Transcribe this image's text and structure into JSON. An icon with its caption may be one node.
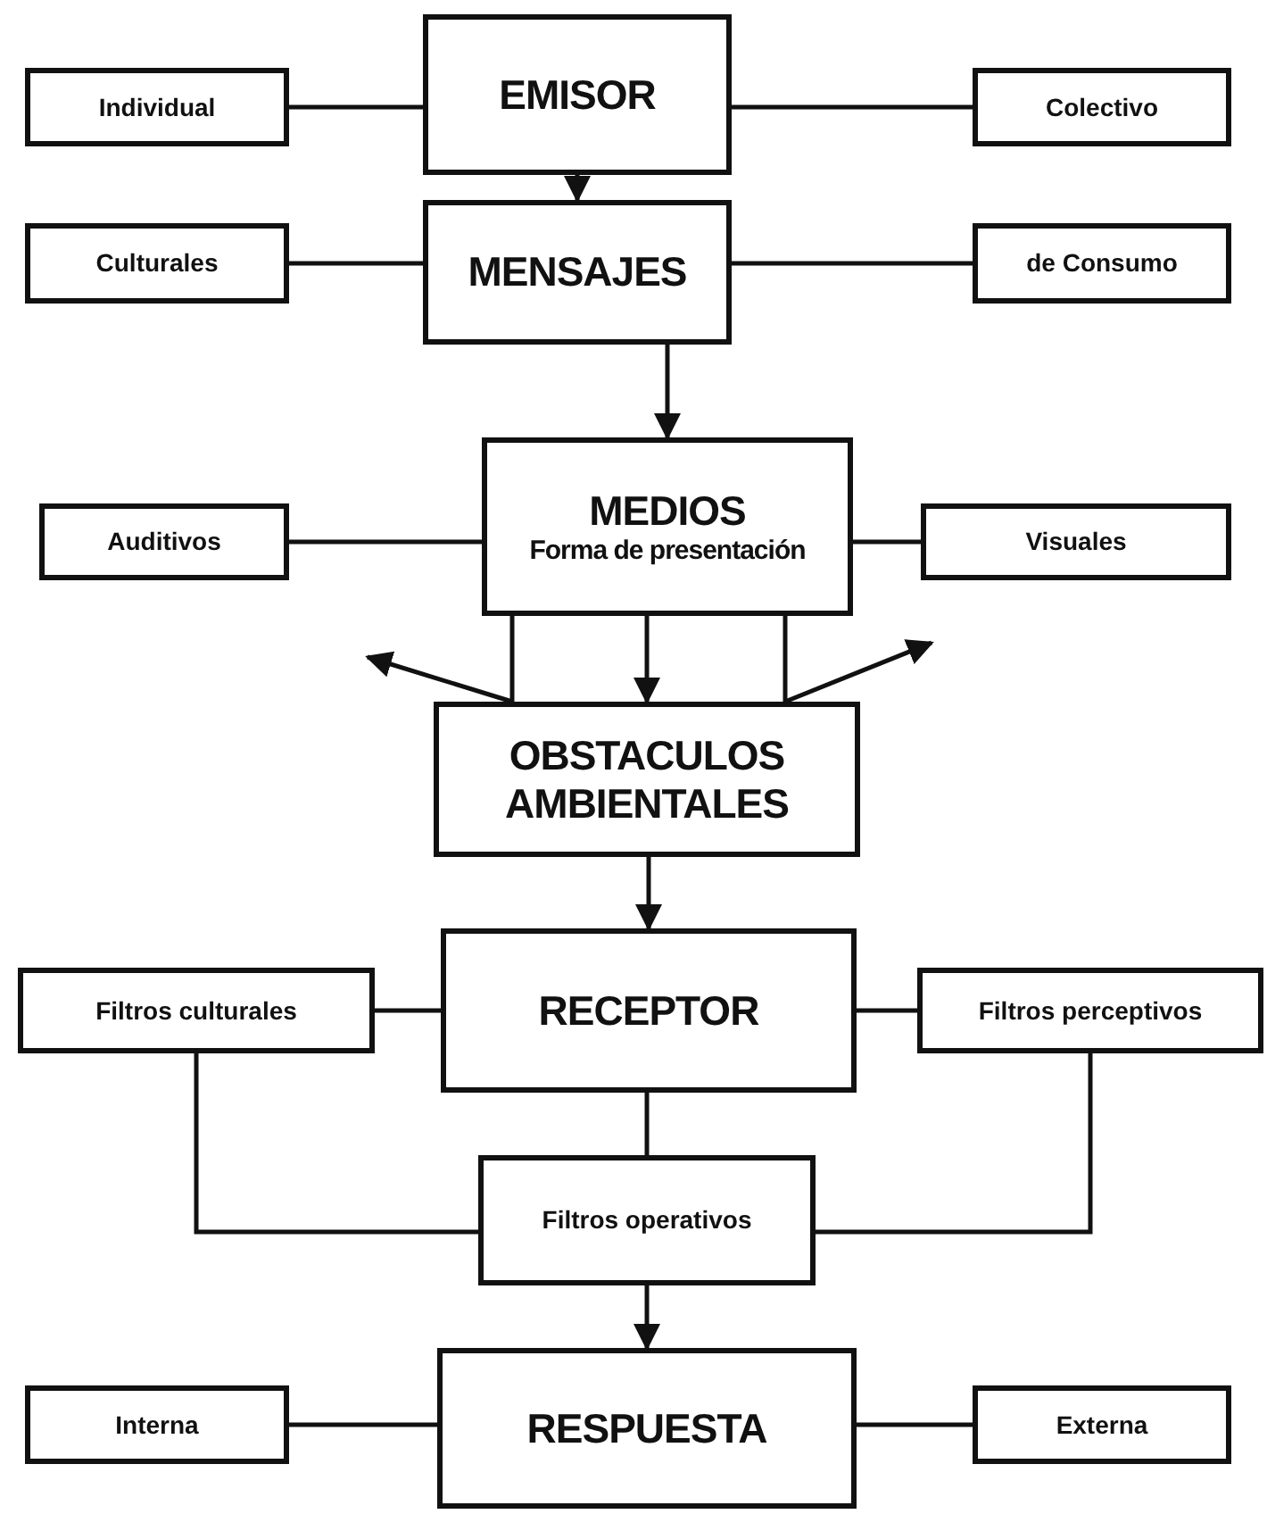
{
  "diagram": {
    "nodes": [
      {
        "text": [
          "Individual"
        ]
      },
      {
        "text": [
          "EMISOR"
        ]
      },
      {
        "text": [
          "Colectivo"
        ]
      },
      {
        "text": [
          "Culturales"
        ]
      },
      {
        "text": [
          "MENSAJES"
        ]
      },
      {
        "text": [
          "de Consumo"
        ]
      },
      {
        "text": [
          "Auditivos"
        ]
      },
      {
        "text": [
          "MEDIOS",
          "Forma de presentación"
        ]
      },
      {
        "text": [
          "Visuales"
        ]
      },
      {
        "text": [
          "OBSTACULOS AMBIENTALES"
        ]
      },
      {
        "text": [
          "Filtros culturales"
        ]
      },
      {
        "text": [
          "RECEPTOR"
        ]
      },
      {
        "text": [
          "Filtros perceptivos"
        ]
      },
      {
        "text": [
          "Filtros operativos"
        ]
      },
      {
        "text": [
          "Interna"
        ]
      },
      {
        "text": [
          "RESPUESTA"
        ]
      },
      {
        "text": [
          "Externa"
        ]
      }
    ],
    "edges": [
      {
        "from": 0,
        "to": 1,
        "arrow": "none"
      },
      {
        "from": 1,
        "to": 2,
        "arrow": "none"
      },
      {
        "from": 1,
        "to": 4,
        "arrow": "to"
      },
      {
        "from": 3,
        "to": 4,
        "arrow": "none"
      },
      {
        "from": 4,
        "to": 5,
        "arrow": "none"
      },
      {
        "from": 4,
        "to": 7,
        "arrow": "to"
      },
      {
        "from": 6,
        "to": 7,
        "arrow": "none"
      },
      {
        "from": 7,
        "to": 8,
        "arrow": "none"
      },
      {
        "from": 7,
        "to": 9,
        "arrow": "none"
      },
      {
        "from": 7,
        "to": 9,
        "arrow": "to"
      },
      {
        "from": 7,
        "to": 9,
        "arrow": "none"
      },
      {
        "from": 9,
        "to": null,
        "arrow": "to"
      },
      {
        "from": 9,
        "to": null,
        "arrow": "to"
      },
      {
        "from": 9,
        "to": 11,
        "arrow": "to"
      },
      {
        "from": 10,
        "to": 11,
        "arrow": "none"
      },
      {
        "from": 11,
        "to": 12,
        "arrow": "none"
      },
      {
        "from": 11,
        "to": 13,
        "arrow": "none"
      },
      {
        "from": 10,
        "to": 13,
        "arrow": "none"
      },
      {
        "from": 12,
        "to": 13,
        "arrow": "none"
      },
      {
        "from": 13,
        "to": 15,
        "arrow": "to"
      },
      {
        "from": 14,
        "to": 15,
        "arrow": "none"
      },
      {
        "from": 15,
        "to": 16,
        "arrow": "none"
      }
    ]
  }
}
